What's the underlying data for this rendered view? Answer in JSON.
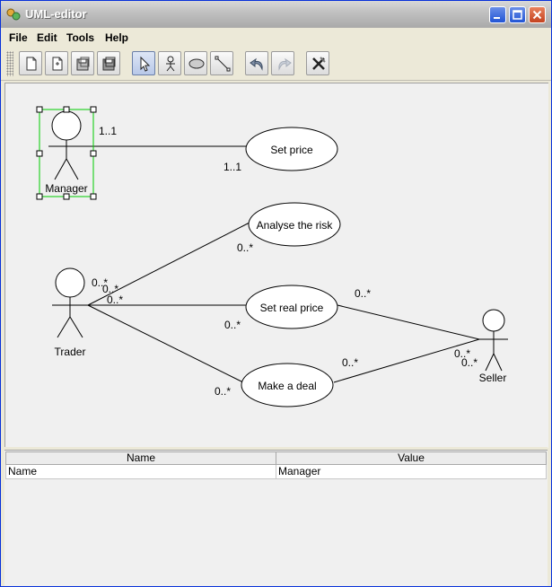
{
  "window": {
    "title": "UML-editor"
  },
  "menu": [
    "File",
    "Edit",
    "Tools",
    "Help"
  ],
  "toolbar": [
    {
      "name": "new-file-button",
      "icon": "new-file-icon"
    },
    {
      "name": "open-file-button",
      "icon": "open-file-icon"
    },
    {
      "name": "save-button",
      "icon": "save-icon"
    },
    {
      "name": "save-as-button",
      "icon": "save-as-icon"
    },
    {
      "name": "select-tool-button",
      "icon": "pointer-icon",
      "active": true
    },
    {
      "name": "actor-tool-button",
      "icon": "actor-icon"
    },
    {
      "name": "use-case-tool-button",
      "icon": "ellipse-icon"
    },
    {
      "name": "association-tool-button",
      "icon": "line-icon"
    },
    {
      "name": "undo-button",
      "icon": "undo-icon"
    },
    {
      "name": "redo-button",
      "icon": "redo-icon",
      "disabled": true
    },
    {
      "name": "delete-button",
      "icon": "delete-icon"
    }
  ],
  "diagram": {
    "actors": {
      "manager": "Manager",
      "trader": "Trader",
      "seller": "Seller"
    },
    "use_cases": {
      "set_price": "Set price",
      "analyse_risk": "Analyse the risk",
      "set_real_price": "Set real price",
      "make_deal": "Make a deal"
    },
    "multiplicities": {
      "manager_set_price_a": "1..1",
      "manager_set_price_b": "1..1",
      "trader_analyse_a": "0..*",
      "trader_analyse_b": "0..*",
      "trader_real_price_a": "0..*",
      "trader_real_price_b": "0..*",
      "trader_deal_a": "0..*",
      "trader_deal_b": "0..*",
      "seller_real_price_a": "0..*",
      "seller_real_price_b": "0..*",
      "seller_deal_a": "0..*",
      "seller_deal_b": "0..*"
    },
    "selection_color": "#00cc00"
  },
  "properties": {
    "columns": [
      "Name",
      "Value"
    ],
    "rows": [
      [
        "Name",
        "Manager"
      ]
    ]
  }
}
